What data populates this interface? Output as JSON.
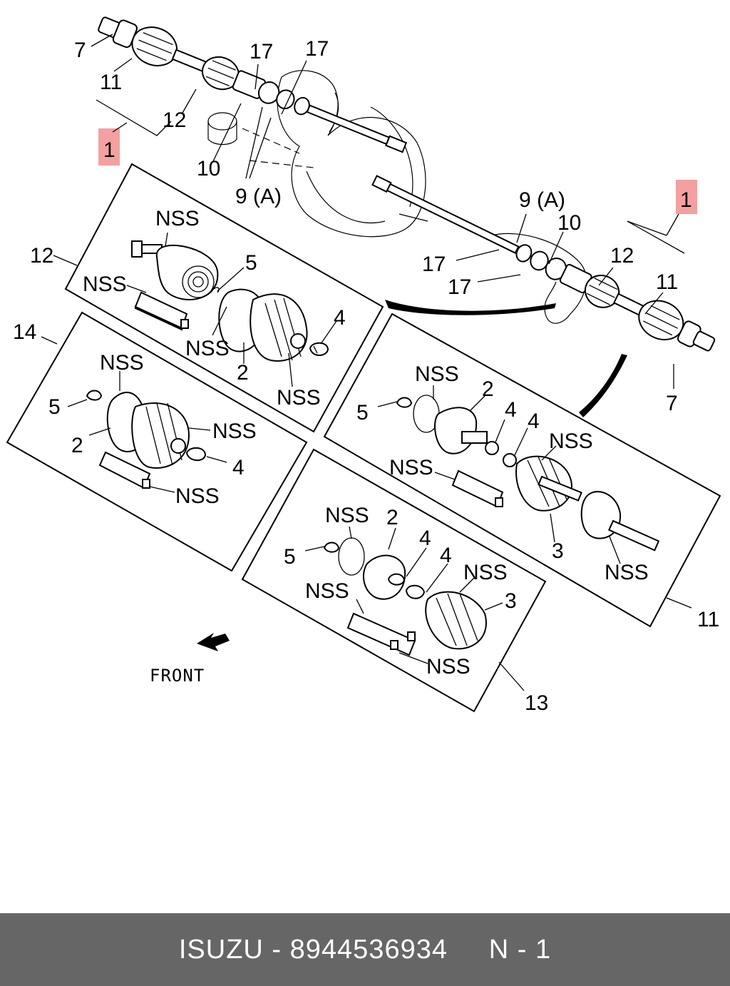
{
  "diagram": {
    "callouts": {
      "c7_top": "7",
      "c11_top": "11",
      "c12_top": "12",
      "c1_left": "1",
      "c10_top": "10",
      "c17_a": "17",
      "c17_b": "17",
      "c9a_top": "9 (A)",
      "c9a_right": "9 (A)",
      "c1_right": "1",
      "c10_right": "10",
      "c17_c": "17",
      "c17_d": "17",
      "c12_right": "12",
      "c11_right": "11",
      "c7_right": "7",
      "box12": "12",
      "box12_nss1": "NSS",
      "box12_nss2": "NSS",
      "box12_nss3": "NSS",
      "box12_nss4": "NSS",
      "box12_5": "5",
      "box12_4": "4",
      "box12_2": "2",
      "box14": "14",
      "box14_nss1": "NSS",
      "box14_nss2": "NSS",
      "box14_nss3": "NSS",
      "box14_5": "5",
      "box14_2": "2",
      "box14_4": "4",
      "box11": "11",
      "box11_nss1": "NSS",
      "box11_nss2": "NSS",
      "box11_nss3": "NSS",
      "box11_nss4": "NSS",
      "box11_5": "5",
      "box11_2": "2",
      "box11_4a": "4",
      "box11_4b": "4",
      "box11_3": "3",
      "box13": "13",
      "box13_nss1": "NSS",
      "box13_nss2": "NSS",
      "box13_nss3": "NSS",
      "box13_nss4": "NSS",
      "box13_5": "5",
      "box13_2": "2",
      "box13_4a": "4",
      "box13_4b": "4",
      "box13_3": "3"
    },
    "front_label": "FRONT",
    "highlight_color": "#f4a0a0"
  },
  "footer": {
    "brand": "ISUZU",
    "separator": " - ",
    "part_number": "8944536934",
    "spacer": "     ",
    "position": "N - 1",
    "background": "#666666"
  }
}
